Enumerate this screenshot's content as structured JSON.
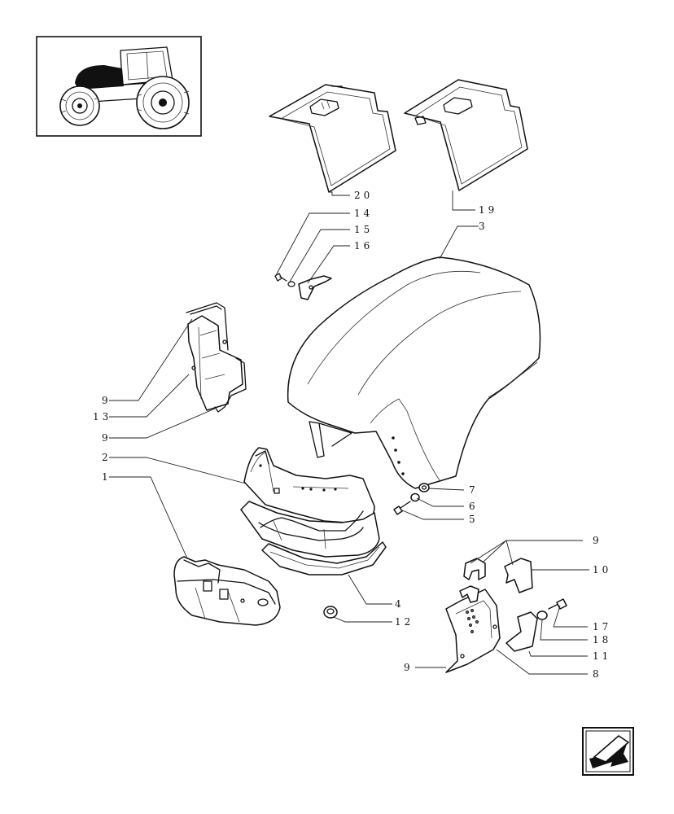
{
  "callouts": {
    "c20": "20",
    "c19": "19",
    "c3": "3",
    "c14": "14",
    "c15": "15",
    "c16": "16",
    "c9a": "9",
    "c13": "13",
    "c9b": "9",
    "c2": "2",
    "c1": "1",
    "c7": "7",
    "c6": "6",
    "c5": "5",
    "c4": "4",
    "c12": "12",
    "c9c": "9",
    "c10": "10",
    "c17": "17",
    "c18": "18",
    "c11": "11",
    "c9d": "9",
    "c8": "8"
  },
  "icons": {
    "thumbnail": "tractor-thumbnail-icon",
    "nav": "next-page-arrow-icon"
  }
}
